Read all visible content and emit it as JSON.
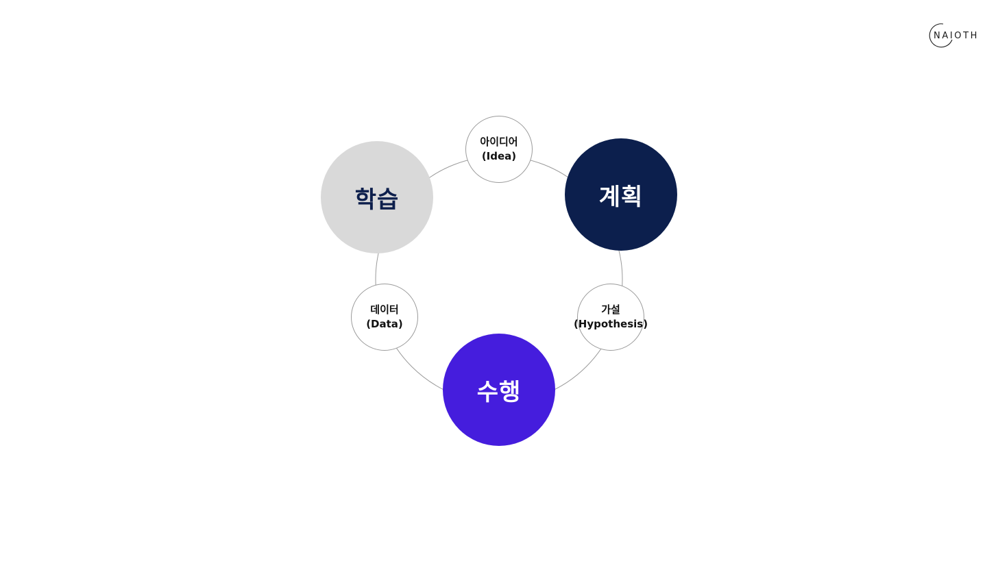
{
  "logo": {
    "text": "NAIOTH"
  },
  "cycle": {
    "main_stages": [
      {
        "label": "학습"
      },
      {
        "label": "계획"
      },
      {
        "label": "수행"
      }
    ],
    "sub_stages": [
      {
        "label_ko": "아이디어",
        "label_en": "(Idea)"
      },
      {
        "label_ko": "데이터",
        "label_en": "(Data)"
      },
      {
        "label_ko": "가설",
        "label_en": "(Hypothesis)"
      }
    ]
  },
  "colors": {
    "learn_fill": "#d9d9d9",
    "learn_text": "#0d1f4c",
    "plan_fill": "#0c1f4d",
    "exec_fill": "#451ddd",
    "ring_stroke": "#9a9a9a"
  }
}
